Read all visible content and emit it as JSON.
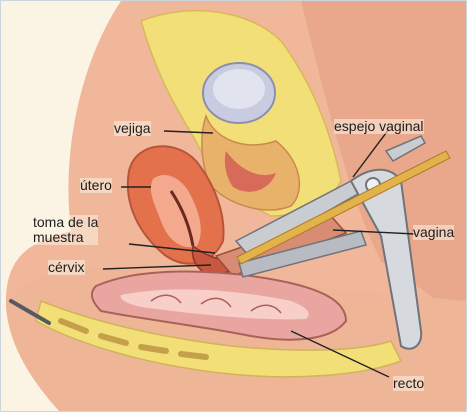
{
  "labels": {
    "vejiga": "vejiga",
    "utero": "útero",
    "toma": "toma de la\nmuestra",
    "cervix": "cérvix",
    "espejo": "espejo vaginal",
    "vagina": "vagina",
    "recto": "recto"
  },
  "colors": {
    "background": "#fbf3e3",
    "skin": "#f0b79a",
    "skin_shadow": "#d98b6c",
    "fat": "#f3df78",
    "muscle": "#e08a72",
    "uterus": "#e2714c",
    "uterus_inner": "#f4a98f",
    "bladder": "#c9cce0",
    "bowel": "#e9a6a0",
    "speculum": "#c9ccd1",
    "speculum_dark": "#6f747b",
    "swab": "#e3b24a",
    "leader_line": "#222222"
  }
}
